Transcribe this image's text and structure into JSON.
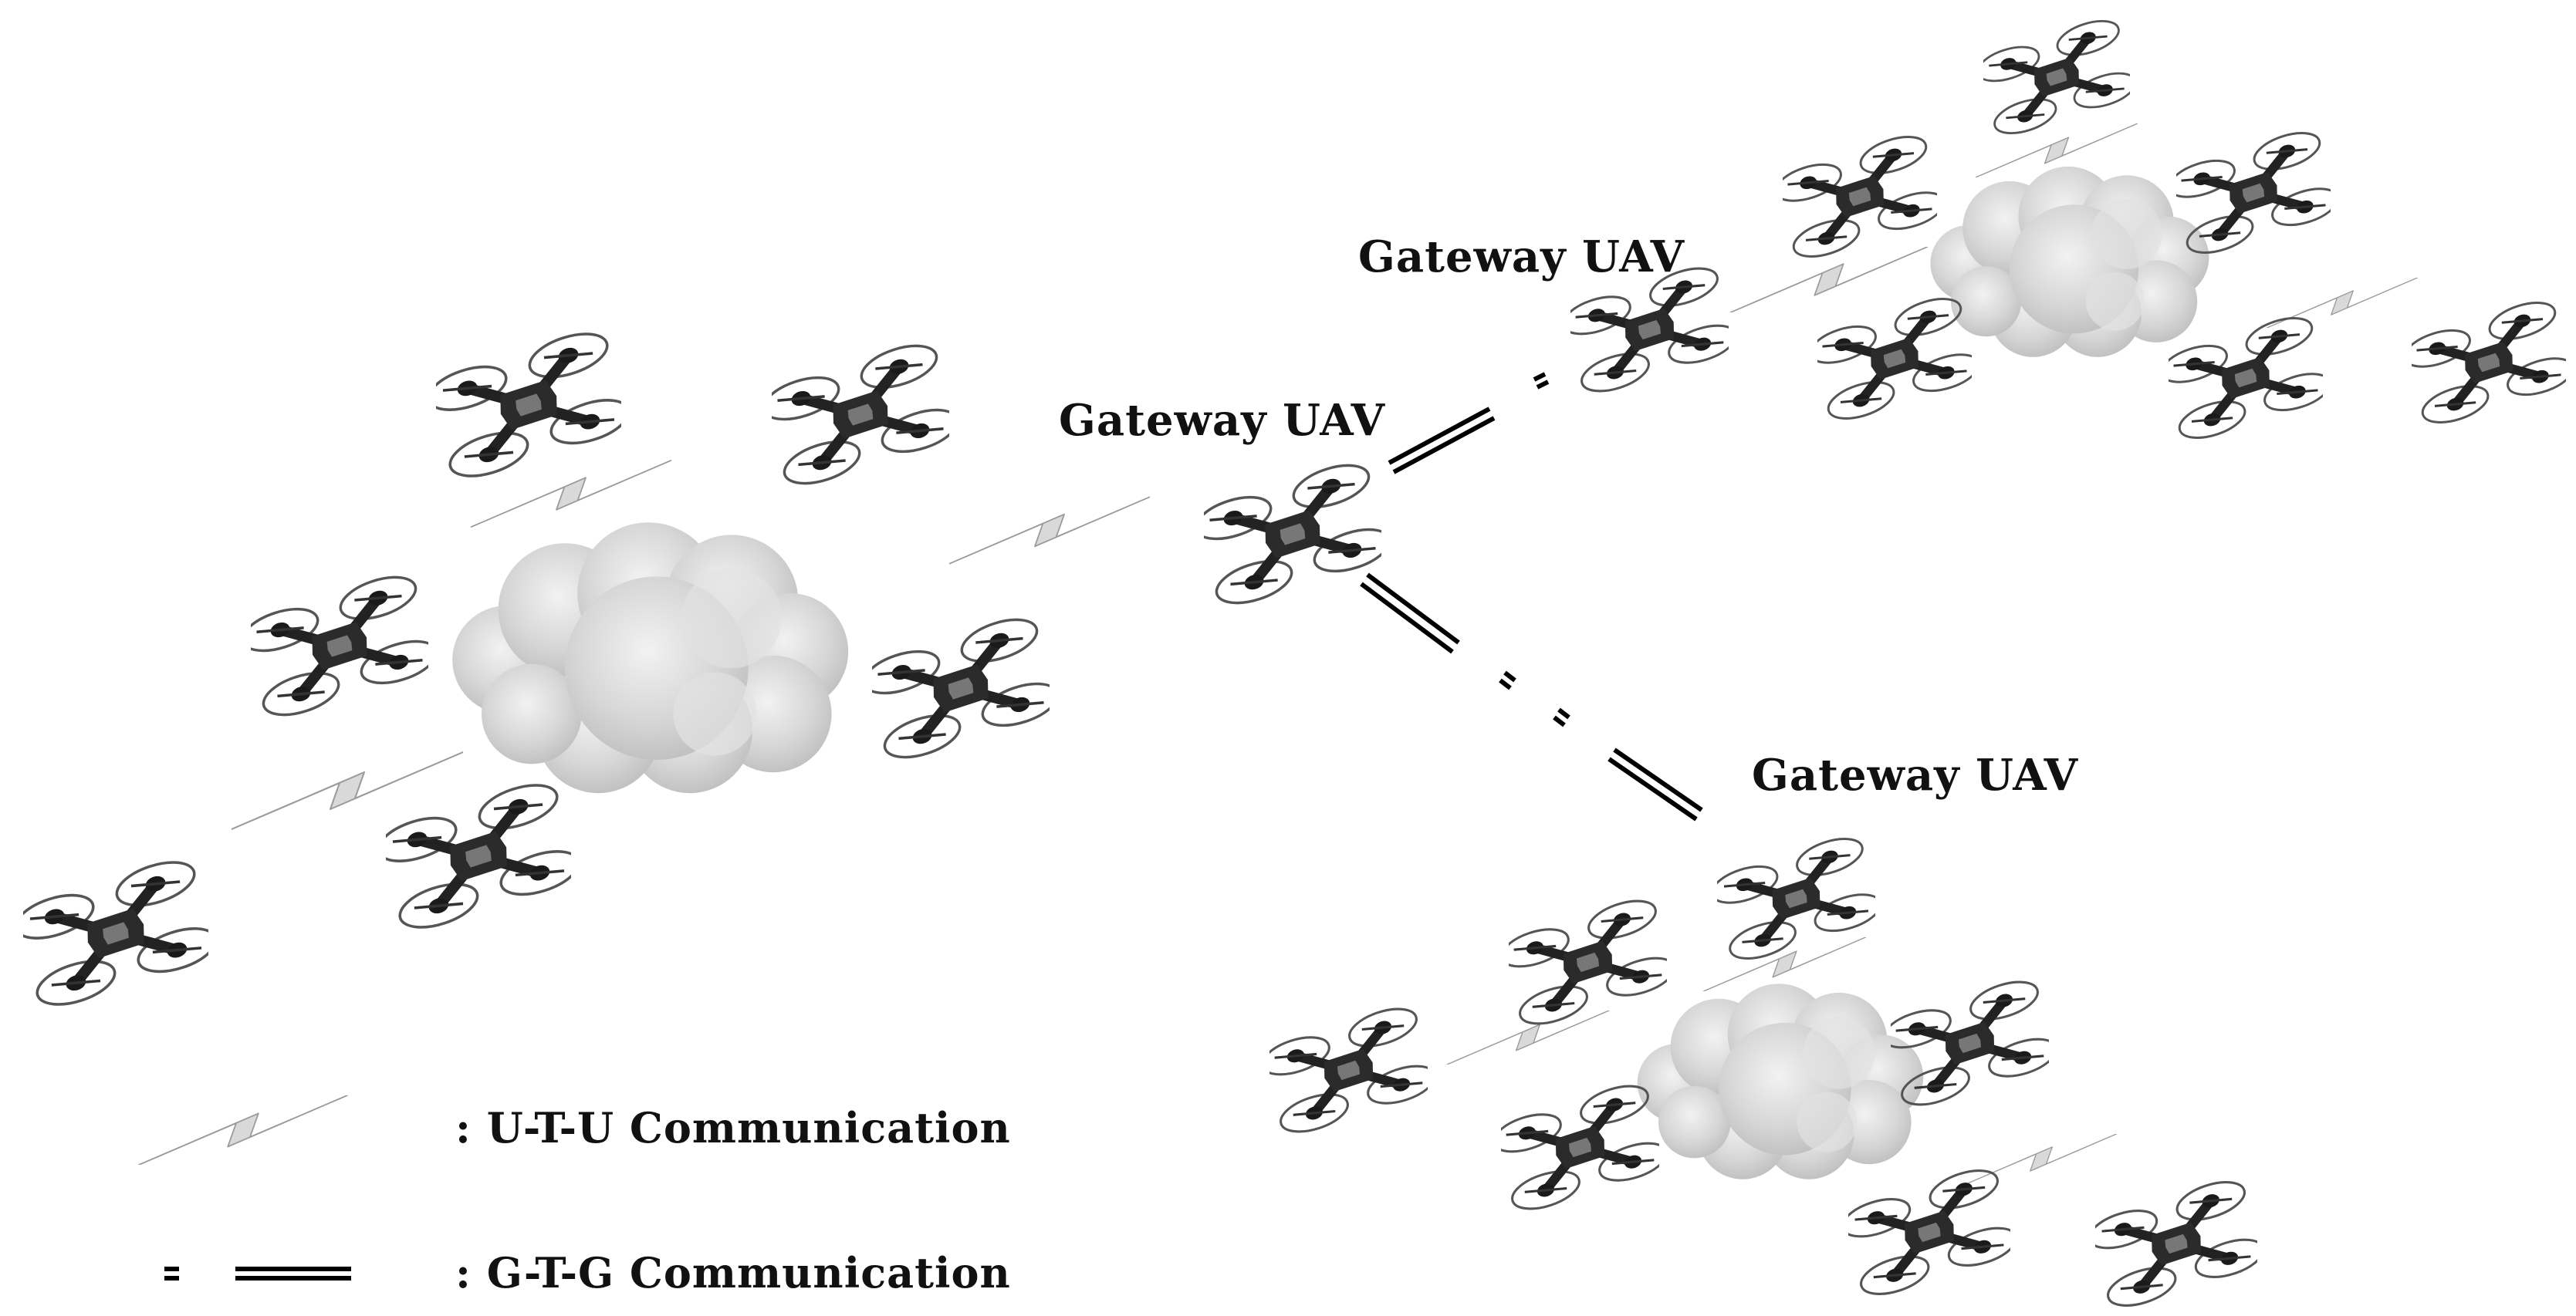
{
  "labels": {
    "gateway_top": "Gateway UAV",
    "gateway_center": "Gateway UAV",
    "gateway_bottom": "Gateway UAV"
  },
  "legend": {
    "utu_label": ": U-T-U Communication",
    "gtg_label": ": G-T-G Communication"
  },
  "icons": {
    "drone": "quadcopter-drone-icon",
    "cloud": "cloud-icon",
    "wireless_link": "lightning-bolt-link-icon",
    "wired_link": "double-line-link-icon"
  },
  "colors": {
    "drone_body": "#2b2b2b",
    "cloud_fill": "#d4d4d4",
    "bolt_fill": "#d9d9d9",
    "line": "#000000"
  }
}
